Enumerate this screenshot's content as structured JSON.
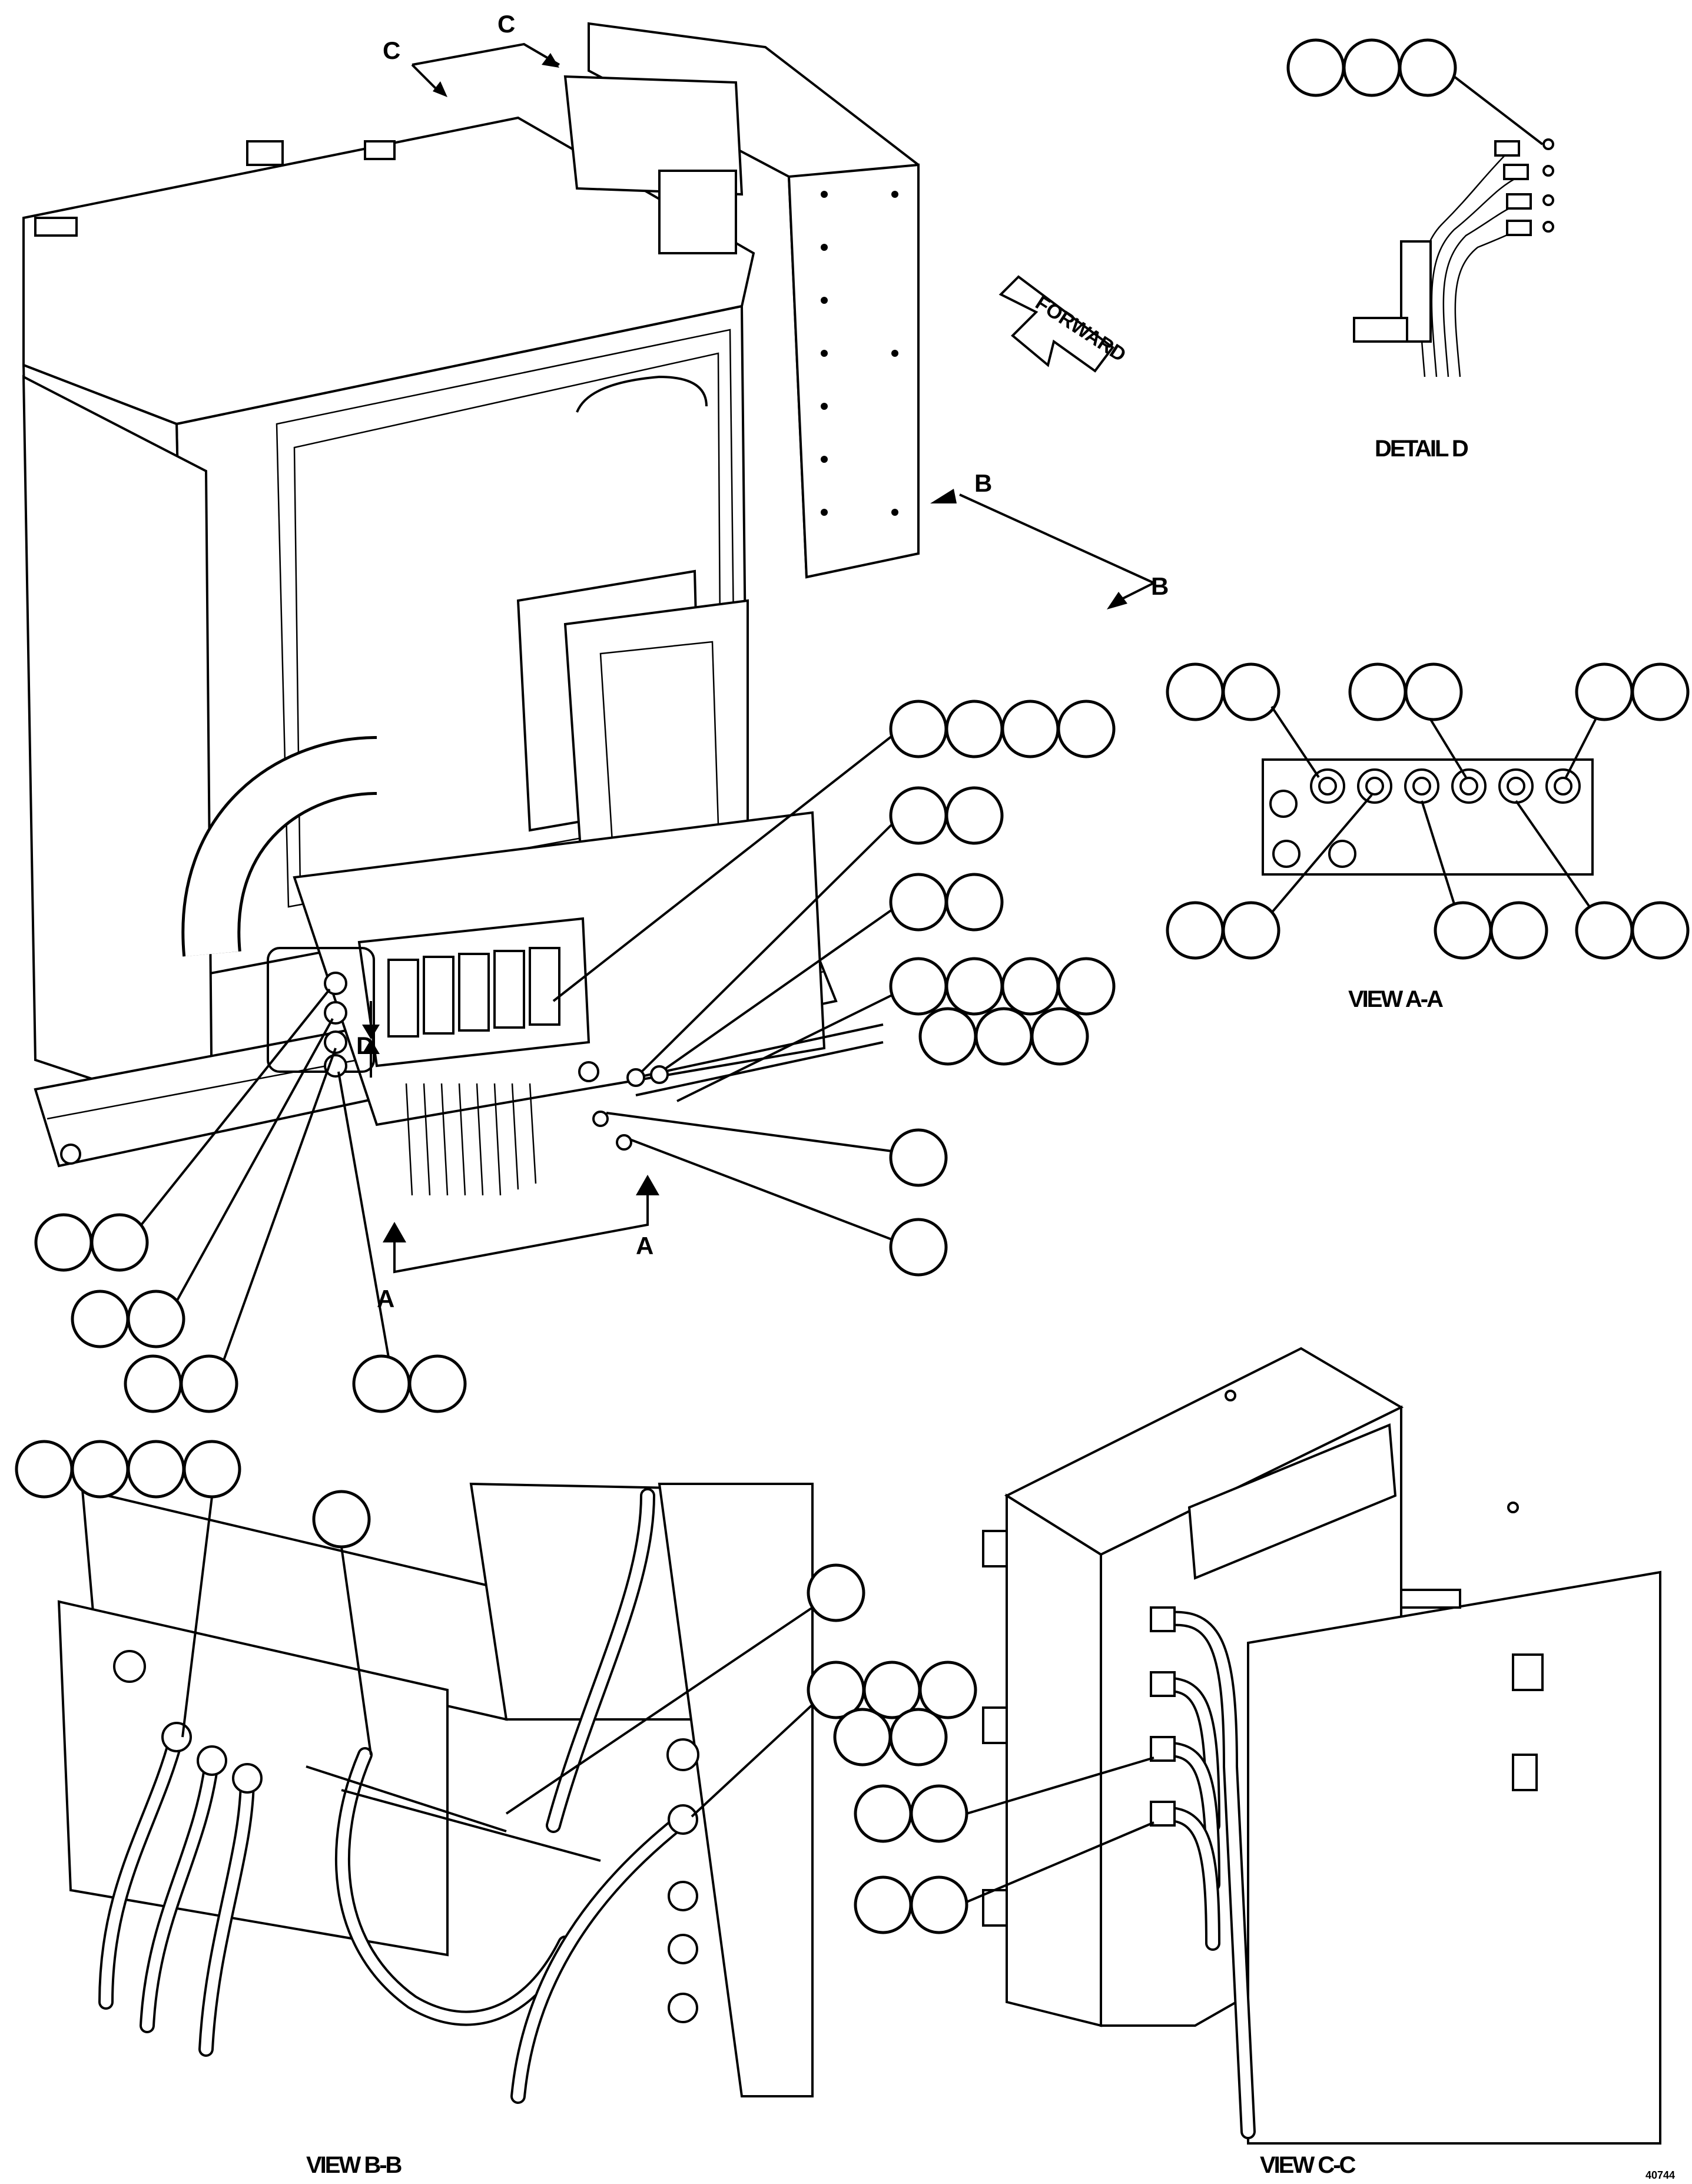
{
  "labels": {
    "section_c": "C",
    "section_b": "B",
    "section_a": "A",
    "detail_d": "D",
    "forward": "FORWARD"
  },
  "captions": {
    "detail_d": "DETAIL D",
    "view_aa": "VIEW A-A",
    "view_bb": "VIEW B-B",
    "view_cc": "VIEW C-C"
  },
  "figure_id": "40744"
}
